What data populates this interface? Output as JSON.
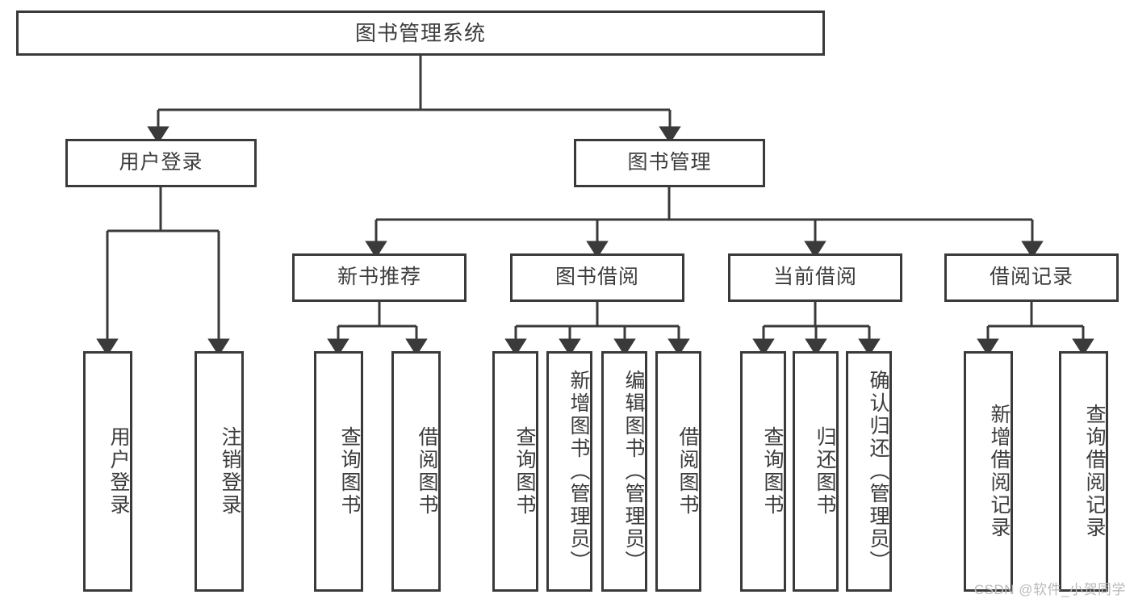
{
  "diagram": {
    "title": "图书管理系统",
    "type": "hierarchy-tree",
    "watermark": "CSDN @软件_小贺同学",
    "colors": {
      "stroke": "#3a3a3a",
      "text": "#3c3c3c",
      "background": "#ffffff",
      "watermark": "#b9b9b9"
    },
    "root": {
      "label": "图书管理系统"
    },
    "level1": [
      {
        "label": "用户登录"
      },
      {
        "label": "图书管理"
      }
    ],
    "level2": [
      {
        "label": "新书推荐"
      },
      {
        "label": "图书借阅"
      },
      {
        "label": "当前借阅"
      },
      {
        "label": "借阅记录"
      }
    ],
    "leaves": {
      "user_login": [
        {
          "label": "用户登录"
        },
        {
          "label": "注销登录"
        }
      ],
      "new_book_recommend": [
        {
          "label": "查询图书"
        },
        {
          "label": "借阅图书"
        }
      ],
      "book_borrow": [
        {
          "label": "查询图书"
        },
        {
          "label": "新增图书（管理员）"
        },
        {
          "label": "编辑图书（管理员）"
        },
        {
          "label": "借阅图书"
        }
      ],
      "current_borrow": [
        {
          "label": "查询图书"
        },
        {
          "label": "归还图书"
        },
        {
          "label": "确认归还（管理员）"
        }
      ],
      "borrow_record": [
        {
          "label": "新增借阅记录"
        },
        {
          "label": "查询借阅记录"
        }
      ]
    }
  }
}
